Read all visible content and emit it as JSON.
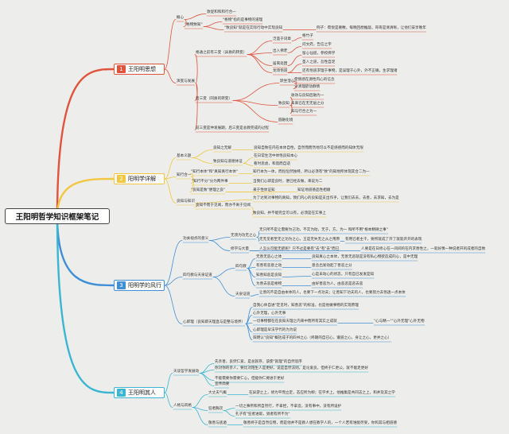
{
  "root_title": "王阳明哲学知识框架笔记",
  "colors": {
    "b1": "#e0533c",
    "b2": "#f2c744",
    "b3": "#3f8fd8",
    "b4": "#3ab6d3"
  },
  "branches": [
    {
      "num": "1",
      "label": "王阳明思想"
    },
    {
      "num": "2",
      "label": "阳明学详解"
    },
    {
      "num": "3",
      "label": "阳明学的风行"
    },
    {
      "num": "4",
      "label": "王阳明其人"
    }
  ],
  "nodes": [
    "概心",
    "敦促和和和行合一",
    "\"格物致知\"",
    "\"格物\"指的是事物的道理",
    "\"致良知\"就是在实际行动中实现良知",
    "例子：荀悦是奢敷，每晚回想推敲，哥哥是清清晰，让他们安享晚年",
    "演变与发展",
    "格通之前有三变（异质的转变）",
    "泛滥于词章",
    "格竹子",
    "出入佛老",
    "问文府，告信之字",
    "居夷处困",
    "留心仙道，参校佛学",
    "龙场悟道",
    "圣人之道，吾性自足",
    "还有悟道求理于事物，是误理于心外，外不正确，生求理诸",
    "后三变（同质的转变）",
    "默坐澄心",
    "使情感在源性内心的信念",
    "分清理欲动静情",
    "致良知",
    "收效与良知后融为一",
    "未来已在无无层之分",
    "知与行合之为一",
    "圆融化境",
    "前三变是仲发展期，后三变是总教完成的过程",
    "基本义题",
    "良知之无解",
    "良知自致在内在本体自性，自然而而然地可以不是感感而的知体无限",
    "致良知与道德体证",
    "在日常生活中体悟良知本心",
    "看时思虑，和谐而自适",
    "知行合一",
    "\"知行本体\"和\"真知真行本体\"",
    "知行本为一体，而恒恒然独特，所以必须有\"致\"的知地所体现其合二为一",
    "\"知行不分\"分为两件事",
    "当我们心即是良时，便已经去做，来说为二",
    "\"良知是致\"便理之良\"",
    "来于性体证知",
    "知证地道德品性相顺",
    "良知与知识",
    "为了达到对事物的真知，我们内心的良知是支出作乎，让我们去去，去善，去求知，去为是",
    "良知不而于见闻，而亦不离于见闻",
    "致良知，并不能完全可以有，必须是在实事上",
    "功关视点的意义",
    "无须为功无之心",
    "无只所不是让需要为己功，不实为动，无于，方，为一 和所不用\"根本精微之事\"",
    "无无见者至无之功为之心，王是无失无之从之用原",
    "有用已者主干，要所就成了开了就就开开的表现",
    "修学与大量",
    "人怎么可能无欲呢？只不过是要有\"去\"有\"去\"而已",
    "人要是在日修心在一间间的在内求善性之，一就好像一种说者开的成者的自致",
    "四句教与天泉证道",
    "四句教",
    "无善无恶心之体",
    "良知真心之本体，无善无恶就是没有私心物欲造成的心，是中无理",
    "有善有恶意之动",
    "意念出发动起了善恶之分",
    "知善知恶是良知",
    "心是未动心的状态，只有自已发发是知",
    "为善去恶是格物",
    "由好善恶为人，由恶恶是恶去恶",
    "天泉证道",
    "让善的不是自由本体的人，也要下一点功夫；让善知下功夫的人，也要努力去悟透一点本体",
    "心即理（良知即天理直与是整与境界）",
    "自我心体自进\"定见时，知善恶\"的标准，也是他做事物的实现原理",
    "心外无理，心外无事",
    "一切事物都在在良知天理之内来中而所有其实之成就",
    "\"心与精一\"\"心外无理\"心外无物",
    "心即理是早法学代的为为说",
    "阳明认\"良知\"概括成子的四书之心（终期的自已心，遵道之心，身让之心，更并之心）",
    "天谈哲学发展动",
    "先亲善，良然仁爱，是总就存，该使\"就理\"的自然思序",
    "你对你的亲人，要比对陌生人是更好，说是自然法则，是论爱良，但终于仁更公，就不能走更好",
    "不能需要你需要仁心，但能你仁要进于更好",
    "宣传简要",
    "人格与风格",
    "大丈夫气概",
    "在异游之上，修为平而立定，态应所为柳；在学术上，他推集是共同志之上，和并及其之学",
    "狂者胸次",
    "一切之事所和所自然行，不拿捏，不拿造，没有事中，没有所设护",
    "孔子有\"狂者进取，狷者有所不为\"",
    "敬善与逃遁",
    "敬善终于是自然信物，而是他并不是教人想在教学人的，一个人若有谁能尽受，你和其与相道德"
  ]
}
